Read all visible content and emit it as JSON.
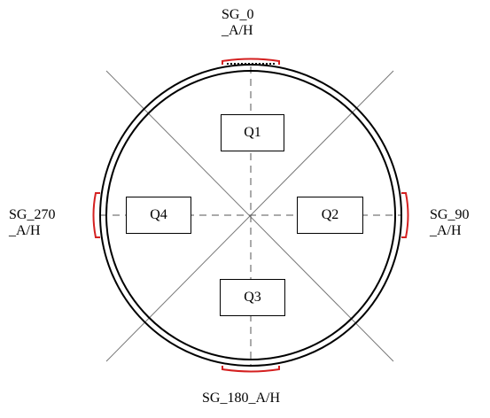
{
  "gauges": {
    "top": {
      "line1": "SG_0",
      "line2": "_A/H"
    },
    "right": {
      "line1": "SG_90",
      "line2": "_A/H"
    },
    "bottom": {
      "line1": "SG_180_A/H"
    },
    "left": {
      "line1": "SG_270",
      "line2": "_A/H"
    }
  },
  "quadrants": {
    "q1": "Q1",
    "q2": "Q2",
    "q3": "Q3",
    "q4": "Q4"
  },
  "colors": {
    "stroke": "#000000",
    "gauge": "#d42020"
  }
}
